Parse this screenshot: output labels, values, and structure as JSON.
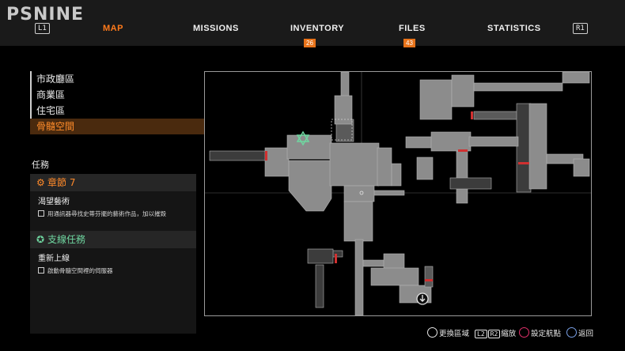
{
  "logo": "PSNINE",
  "nav": {
    "left_button": "L1",
    "right_button": "R1",
    "tabs": [
      {
        "label": "MAP",
        "active": true
      },
      {
        "label": "MISSIONS"
      },
      {
        "label": "INVENTORY",
        "badge": "26"
      },
      {
        "label": "FILES",
        "badge": "43"
      },
      {
        "label": "STATISTICS"
      }
    ]
  },
  "districts": [
    {
      "label": "市政廳區"
    },
    {
      "label": "商業區"
    },
    {
      "label": "住宅區"
    },
    {
      "label": "骨髓空間",
      "active": true
    }
  ],
  "missions": {
    "title": "任務",
    "main": {
      "heading": "章節 7",
      "name": "渴望藝術",
      "task": "用通訊器尋找史蒂芬擺的藝術作品，加以摧毀"
    },
    "side": {
      "heading": "支線任務",
      "name": "重新上線",
      "task": "啟動骨髓空間裡的伺服器"
    }
  },
  "footer": {
    "switch_area": "更換區域",
    "zoom_keys": [
      "L2",
      "R2"
    ],
    "zoom": "縮放",
    "set_waypoint": "設定航點",
    "back": "返回"
  },
  "colors": {
    "accent": "#ff7a1a",
    "room": "#8c8c8c",
    "door": "#d03030",
    "side_mission": "#6fd6a0"
  }
}
